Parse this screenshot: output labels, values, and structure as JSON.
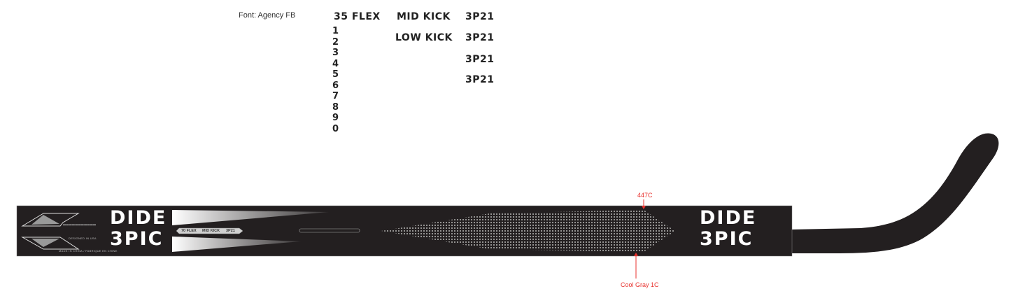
{
  "font_note": "Font: Agency FB",
  "flex_label": "35 FLEX",
  "kick_options": [
    "MID KICK",
    "LOW KICK"
  ],
  "model_codes": [
    "3P21",
    "3P21",
    "3P21",
    "3P21"
  ],
  "digits": [
    "1",
    "2",
    "3",
    "4",
    "5",
    "6",
    "7",
    "8",
    "9",
    "0"
  ],
  "stick": {
    "logo_line1": "DIDE",
    "logo_line2": "3PIC",
    "designed_in": "DESIGNED IN USA",
    "made_in": "MADE IN CHINA / FABRIQUE EN CHINE",
    "pill": {
      "flex": "70 FLEX",
      "kick": "MID KICK",
      "model": "3P21"
    },
    "shaft_color": "#231f20",
    "graphic_color": "#c8c9c7"
  },
  "callouts": {
    "top": "447C",
    "bottom": "Cool Gray 1C",
    "color": "#e8332f"
  }
}
